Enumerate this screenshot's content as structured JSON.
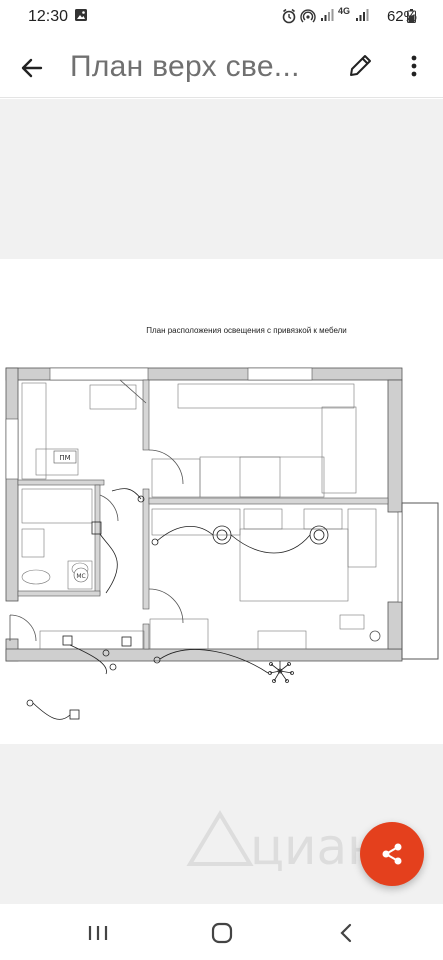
{
  "status": {
    "time": "12:30",
    "network": "4G",
    "battery": "62%"
  },
  "header": {
    "title": "План верх све...",
    "icons": [
      "back-arrow-icon",
      "pencil-icon",
      "more-vert-icon"
    ]
  },
  "plan": {
    "caption": "План расположения освещения с привязкой к мебели",
    "labels": {
      "pm": "ПМ",
      "ms": "МС"
    }
  },
  "watermark": {
    "text": "циан"
  },
  "colors": {
    "accent": "#e4401d",
    "title_text": "#707070",
    "viewer_bg": "#f1f1f1",
    "wall_gray": "#cfcfcf"
  }
}
